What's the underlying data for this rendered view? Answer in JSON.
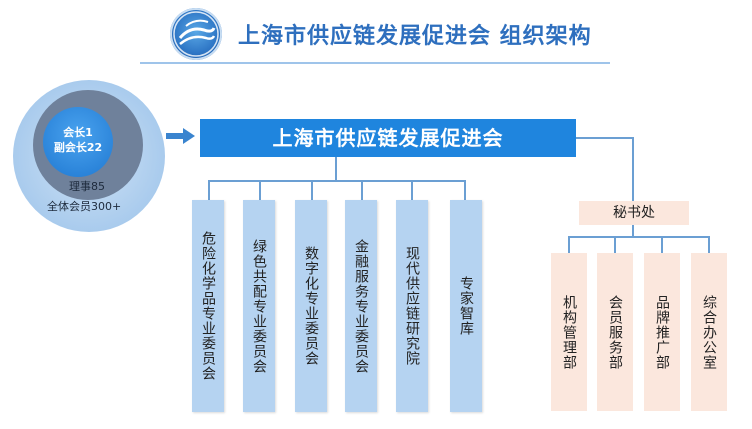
{
  "header": {
    "title": "上海市供应链发展促进会 组织架构",
    "logo_icon": "association-logo-icon"
  },
  "membership": {
    "president": "会长1",
    "vice_presidents": "副会长22",
    "directors": "理事85",
    "all_members": "全体会员300+"
  },
  "main": {
    "org_name": "上海市供应链发展促进会"
  },
  "committees": [
    "危险化学品专业委员会",
    "绿色共配专业委员会",
    "数字化专业委员会",
    "金融服务专业委员会",
    "现代供应链研究院",
    "专家智库"
  ],
  "secretariat": {
    "label": "秘书处",
    "departments": [
      "机构管理部",
      "会员服务部",
      "品牌推广部",
      "综合办公室"
    ]
  },
  "colors": {
    "brand_blue": "#1f85de",
    "committee_fill": "#b5d3f1",
    "secretariat_fill": "#fbe7dd"
  }
}
